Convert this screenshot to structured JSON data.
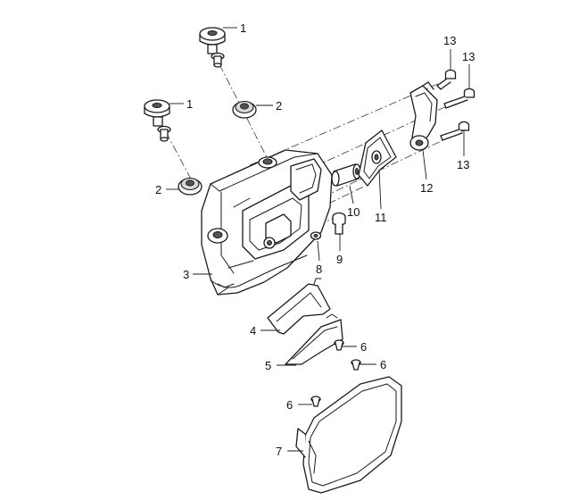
{
  "callouts": {
    "c1a": "1",
    "c1b": "1",
    "c2a": "2",
    "c2b": "2",
    "c3": "3",
    "c4": "4",
    "c5": "5",
    "c6a": "6",
    "c6b": "6",
    "c6c": "6",
    "c7": "7",
    "c8": "8",
    "c9": "9",
    "c10": "10",
    "c11": "11",
    "c12": "12",
    "c13a": "13",
    "c13b": "13",
    "c13c": "13"
  }
}
